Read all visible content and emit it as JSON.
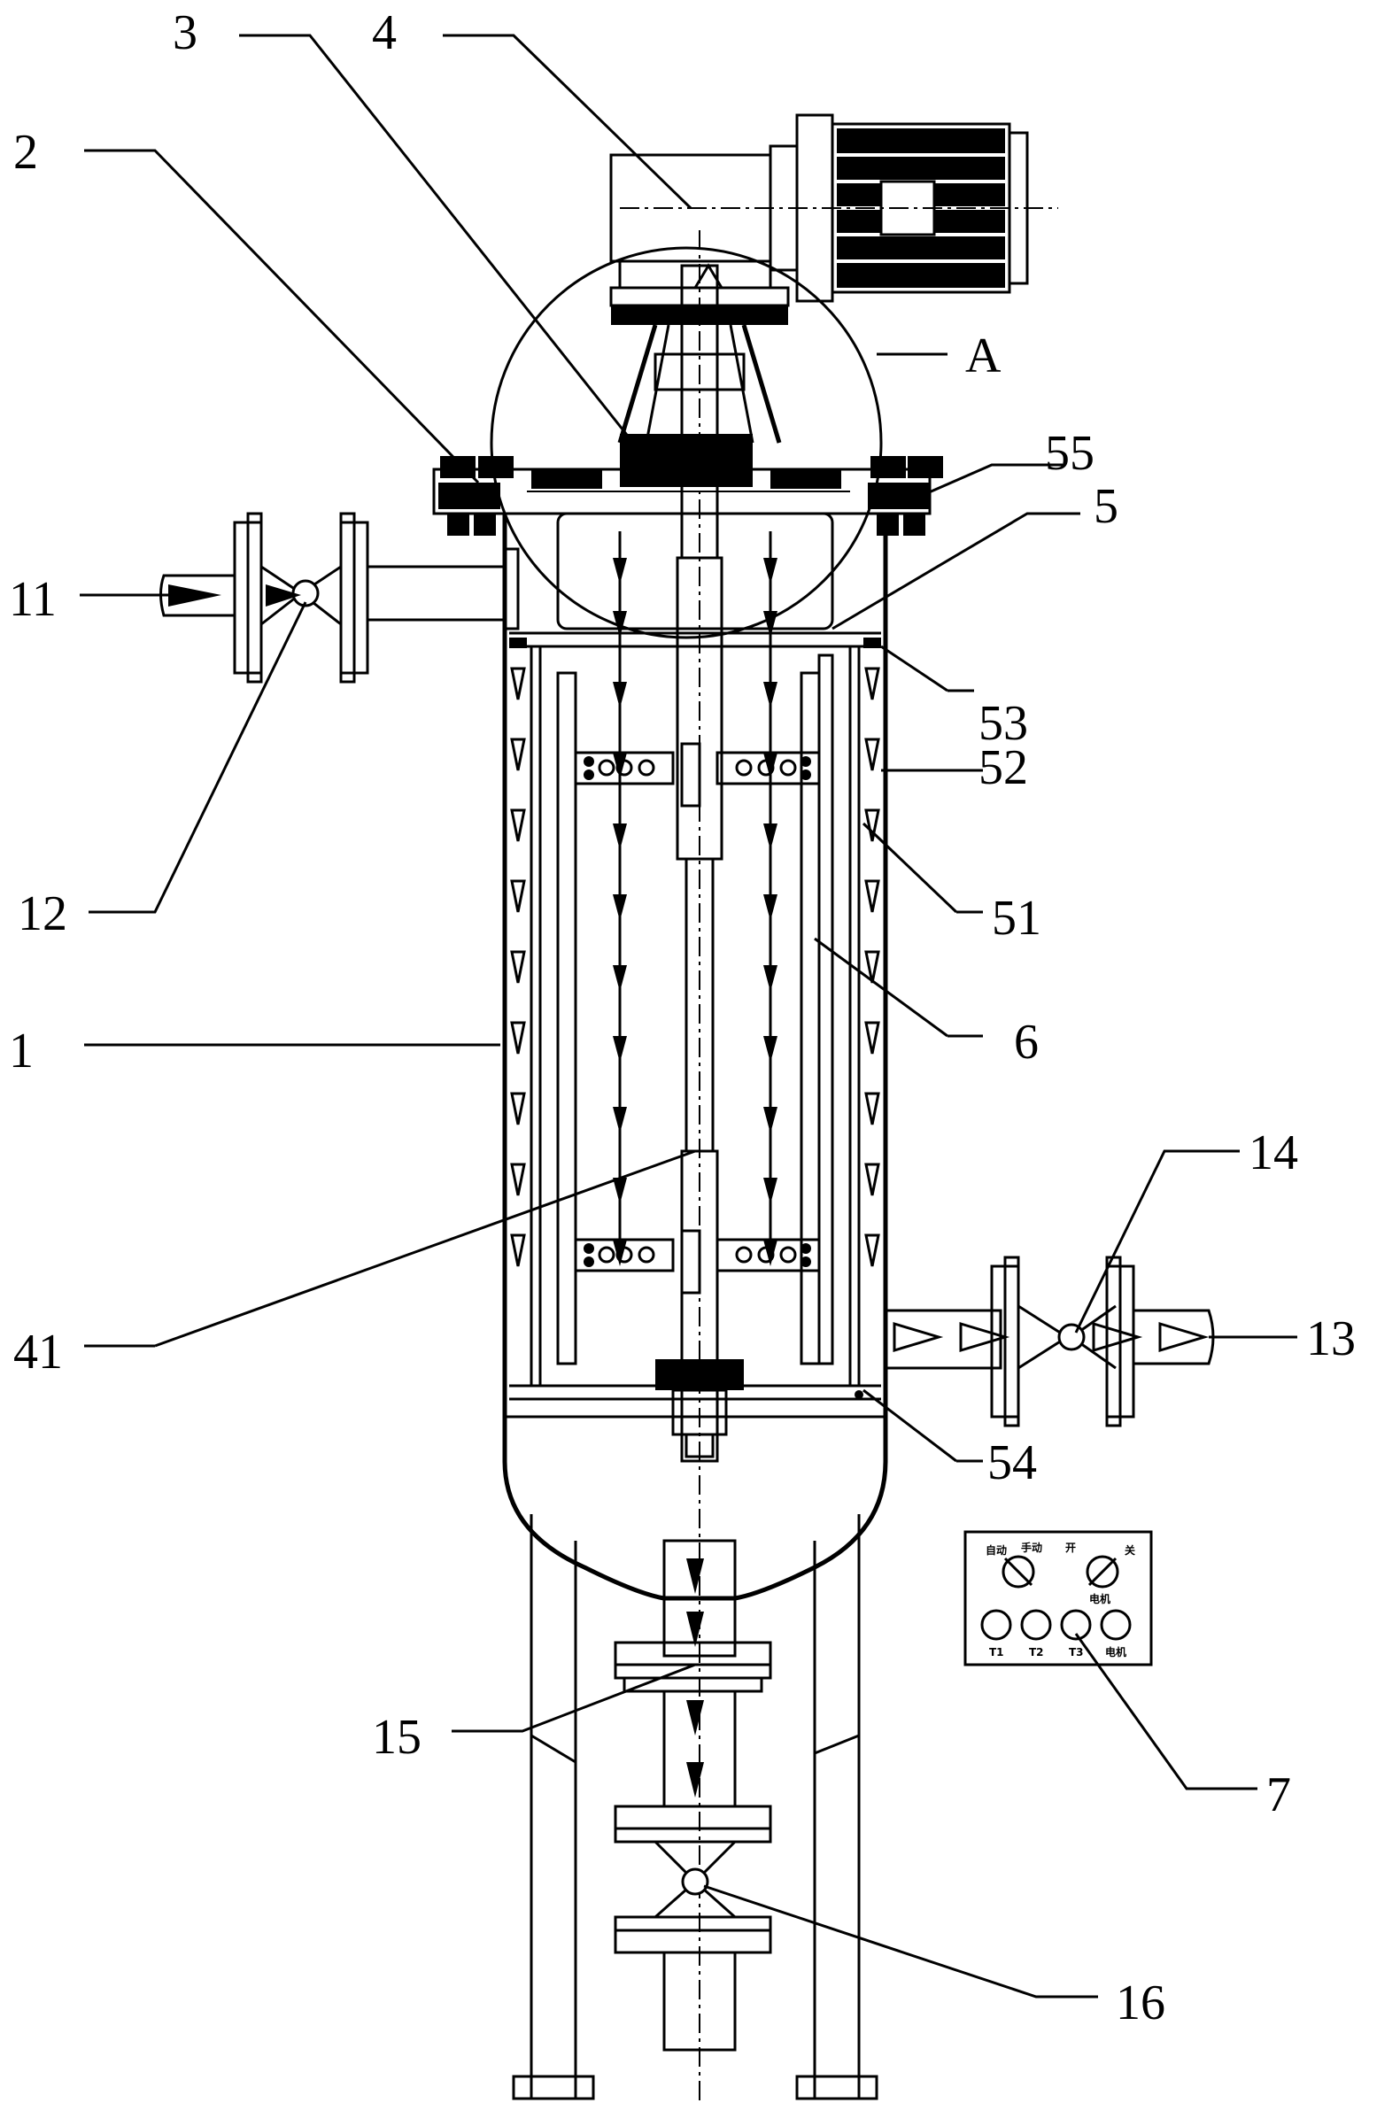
{
  "labels": {
    "l1": "1",
    "l2": "2",
    "l3": "3",
    "l4": "4",
    "l5": "5",
    "l6": "6",
    "l7": "7",
    "l11": "11",
    "l12": "12",
    "l13": "13",
    "l14": "14",
    "l15": "15",
    "l16": "16",
    "l41": "41",
    "l51": "51",
    "l52": "52",
    "l53": "53",
    "l54": "54",
    "l55": "55",
    "lA": "A"
  },
  "panel": {
    "auto": "自动",
    "manual": "手动",
    "open": "开",
    "close": "关",
    "motor_top": "电机",
    "t1": "T1",
    "t2": "T2",
    "t3": "T3",
    "motor": "电机"
  }
}
